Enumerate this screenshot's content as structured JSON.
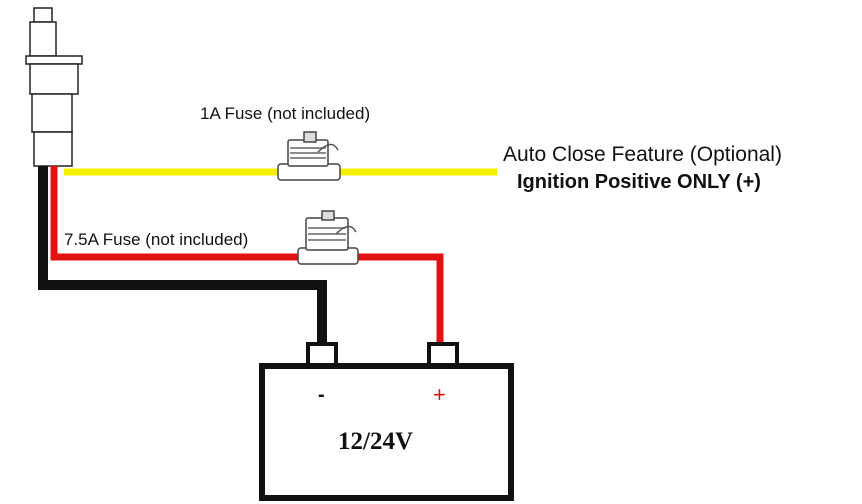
{
  "labels": {
    "fuse_small": "1A Fuse (not included)",
    "fuse_large": "7.5A Fuse (not included)",
    "auto_close": "Auto Close Feature (Optional)",
    "ignition": "Ignition Positive ONLY (+)",
    "battery_voltage": "12/24V",
    "terminal_negative": "-",
    "terminal_positive": "+"
  },
  "colors": {
    "wire_signal": "#f4f000",
    "wire_positive": "#e21212",
    "wire_ground": "#111111",
    "positive_mark": "#e21212"
  }
}
